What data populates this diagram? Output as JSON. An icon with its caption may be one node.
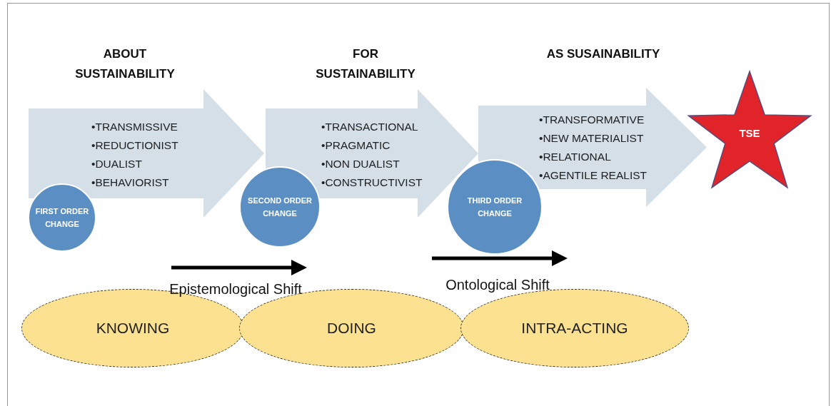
{
  "diagram": {
    "nodes": [
      {
        "text": [
          "ABOUT SUSTAINABILITY",
          "•TRANSMISSIVE",
          "•REDUCTIONIST",
          "•DUALIST",
          "•BEHAVIORIST"
        ]
      },
      {
        "text": [
          "FIRST ORDER CHANGE"
        ]
      },
      {
        "text": [
          "FOR SUSTAINABILITY",
          "•TRANSACTIONAL",
          "•PRAGMATIC",
          "•NON DUALIST",
          "•CONSTRUCTIVIST"
        ]
      },
      {
        "text": [
          "SECOND ORDER CHANGE"
        ]
      },
      {
        "text": [
          "AS SUSAINABILITY",
          "•TRANSFORMATIVE",
          "•NEW MATERIALIST",
          "•RELATIONAL",
          "•AGENTILE REALIST"
        ]
      },
      {
        "text": [
          "THIRD ORDER CHANGE"
        ]
      },
      {
        "text": [
          "TSE"
        ]
      },
      {
        "text": [
          "KNOWING"
        ]
      },
      {
        "text": [
          "DOING"
        ]
      },
      {
        "text": [
          "INTRA-ACTING"
        ]
      }
    ],
    "labels": [
      "Epistemological Shift",
      "Ontological Shift"
    ]
  }
}
